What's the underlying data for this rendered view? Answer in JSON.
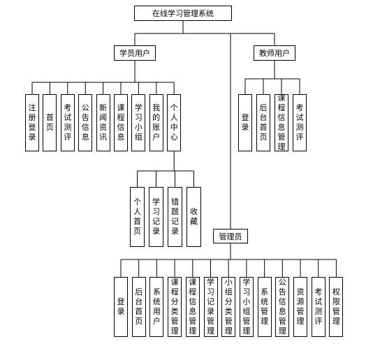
{
  "root": {
    "label": "在线学习管理系统"
  },
  "student": {
    "label": "学员用户",
    "items": [
      "注册登录",
      "首页",
      "考试测评",
      "公告信息",
      "新闻资讯",
      "课程信息",
      "学习小组",
      "我的账户",
      "个人中心"
    ]
  },
  "personal_center": {
    "items": [
      "个人首页",
      "学习记录",
      "错题记录",
      "收藏"
    ]
  },
  "teacher": {
    "label": "教师用户",
    "items": [
      "登录",
      "后台首页",
      "课程信息管理",
      "考试测评"
    ]
  },
  "admin": {
    "label": "管理员",
    "items": [
      "登录",
      "后台首页",
      "系统用户",
      "课程分类管理",
      "课程信息管理",
      "学习记录管理",
      "小组分类管理",
      "学习小组管理",
      "系统管理",
      "公告信息管理",
      "资源管理",
      "考试测评",
      "权限管理"
    ]
  }
}
